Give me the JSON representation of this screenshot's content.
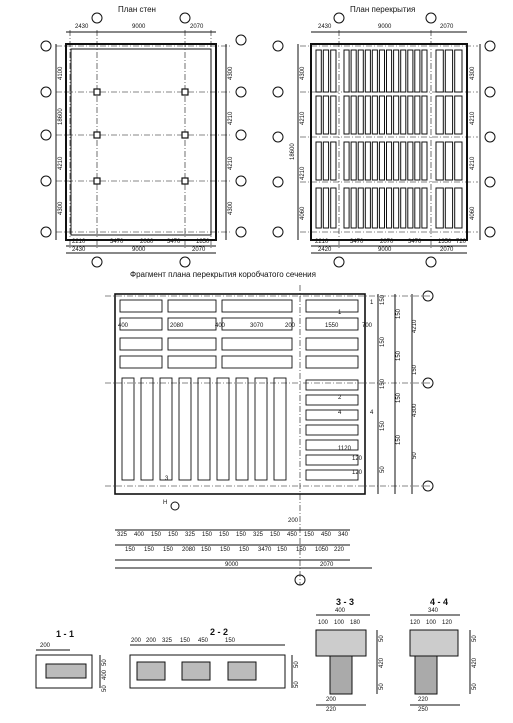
{
  "titles": {
    "walls_plan": "План стен",
    "floor_plan": "План перекрытия",
    "fragment": "Фрагмент плана перекрытия коробчатого сечения"
  },
  "walls_plan": {
    "top_dims": [
      "2430",
      "9000",
      "2070"
    ],
    "bottom_dims": [
      "2210",
      "3470",
      "2060",
      "3470",
      "1850"
    ],
    "bottom_total": [
      "2430",
      "9000",
      "2070"
    ],
    "left_dims": [
      "4100",
      "18600",
      "4210",
      "4300"
    ],
    "right_dims": [
      "4300",
      "4210",
      "4210",
      "4300"
    ]
  },
  "floor_plan": {
    "top_dims": [
      "2430",
      "9000",
      "2070"
    ],
    "bottom_dims": [
      "2210",
      "3470",
      "2070",
      "3470",
      "1350",
      "720"
    ],
    "bottom_total": [
      "2420",
      "9000",
      "2070"
    ],
    "left_dims": [
      "4300",
      "4210",
      "18600",
      "4210",
      "4060"
    ],
    "right_dims": [
      "4300",
      "4210",
      "4210",
      "4060"
    ]
  },
  "fragment": {
    "row_dims": [
      "400",
      "2080",
      "400",
      "3070",
      "200",
      "1550",
      "700"
    ],
    "right_dims": [
      "150",
      "150",
      "4210",
      "150",
      "150",
      "150",
      "150",
      "150",
      "4300",
      "150",
      "150",
      "50",
      "50"
    ],
    "bottom_small": [
      "325",
      "400",
      "150",
      "150",
      "325",
      "150",
      "150",
      "150",
      "325",
      "150",
      "450",
      "150",
      "450",
      "340"
    ],
    "bottom_mid": [
      "150",
      "150",
      "150",
      "2080",
      "150",
      "150",
      "150",
      "3470",
      "150",
      "150",
      "1050",
      "220"
    ],
    "bottom_total": [
      "9000",
      "2070"
    ],
    "mark_top": "200",
    "sec_marks": [
      "1",
      "2",
      "3",
      "4",
      "1",
      "4"
    ],
    "axis_label": "H",
    "pt_labels": [
      "1120",
      "120",
      "120"
    ]
  },
  "sections": {
    "s11": {
      "title": "1 - 1",
      "dims": [
        "200",
        "50",
        "400",
        "50"
      ]
    },
    "s22": {
      "title": "2 - 2",
      "dims": [
        "200",
        "200",
        "325",
        "150",
        "450",
        "150",
        "50",
        "50"
      ]
    },
    "s33": {
      "title": "3 - 3",
      "dims": [
        "400",
        "100",
        "100",
        "180",
        "50",
        "420",
        "50",
        "200",
        "220"
      ]
    },
    "s44": {
      "title": "4 - 4",
      "dims": [
        "340",
        "120",
        "100",
        "120",
        "50",
        "420",
        "50",
        "220",
        "250"
      ]
    }
  }
}
